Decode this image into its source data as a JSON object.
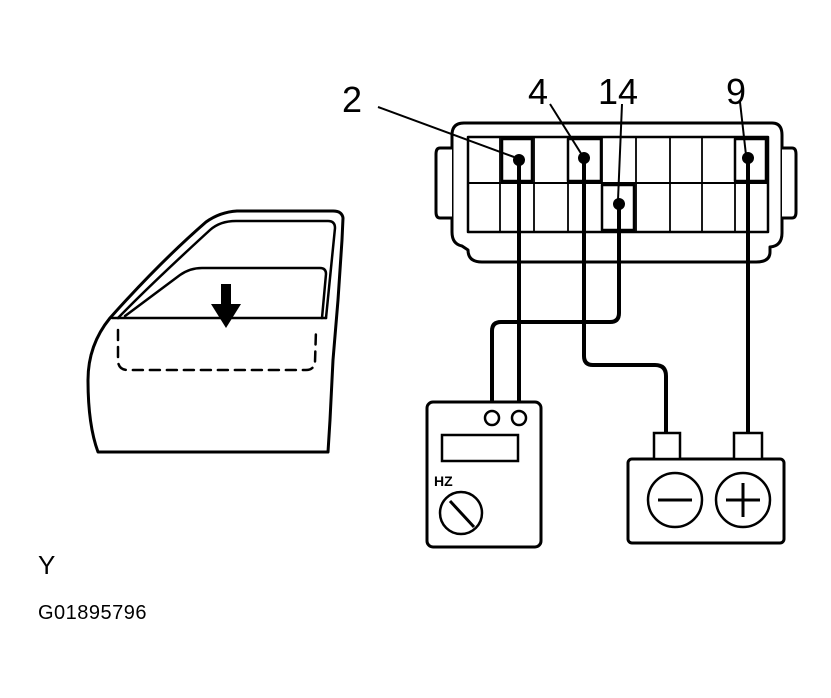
{
  "diagram": {
    "pin_labels": {
      "pin2": "2",
      "pin4": "4",
      "pin14": "14",
      "pin9": "9"
    },
    "meter": {
      "mode_label": "HZ"
    },
    "view_label": "Y",
    "figure_code": "G01895796"
  }
}
